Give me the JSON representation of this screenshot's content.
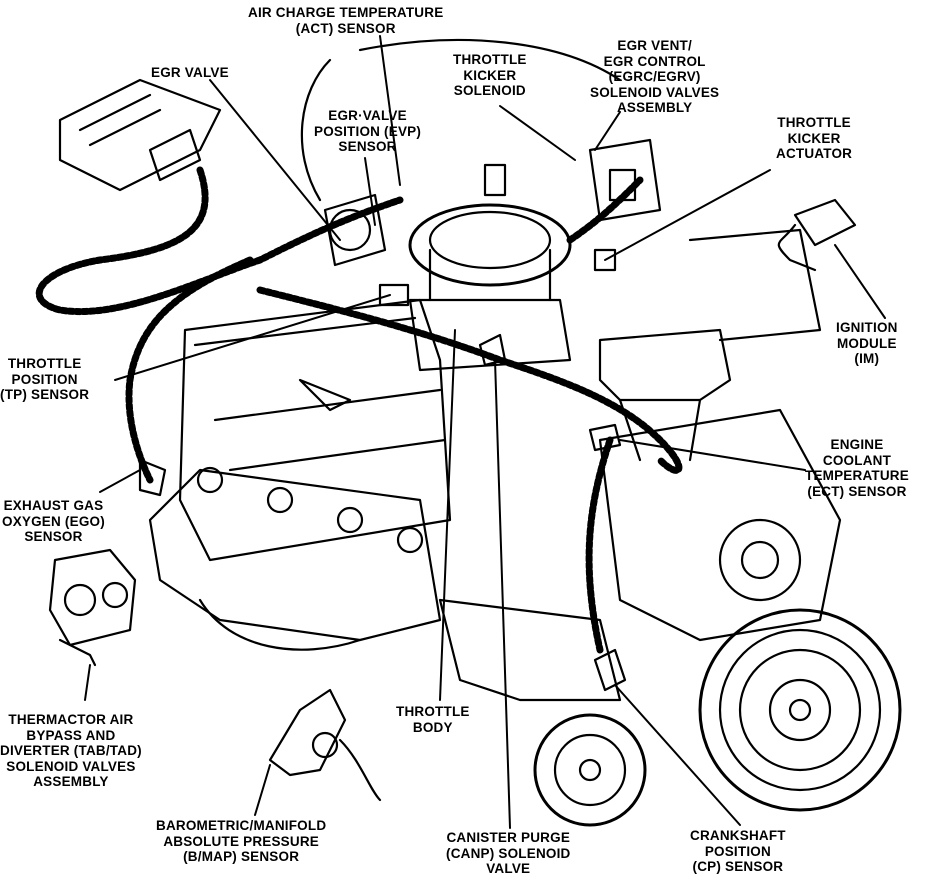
{
  "labels": {
    "act": [
      "AIR CHARGE TEMPERATURE",
      "(ACT) SENSOR"
    ],
    "egr_valve": [
      "EGR VALVE"
    ],
    "tks": [
      "THROTTLE",
      "KICKER",
      "SOLENOID"
    ],
    "egrc": [
      "EGR VENT/",
      "EGR CONTROL",
      "(EGRC/EGRV)",
      "SOLENOID VALVES",
      "ASSEMBLY"
    ],
    "evp": [
      "EGR·VALVE",
      "POSITION (EVP)",
      "SENSOR"
    ],
    "tka": [
      "THROTTLE",
      "KICKER",
      "ACTUATOR"
    ],
    "im": [
      "IGNITION",
      "MODULE",
      "(IM)"
    ],
    "tp": [
      "THROTTLE",
      "POSITION",
      "(TP) SENSOR"
    ],
    "ect": [
      "ENGINE",
      "COOLANT",
      "TEMPERATURE",
      "(ECT) SENSOR"
    ],
    "ego": [
      "EXHAUST GAS",
      "OXYGEN (EGO)",
      "SENSOR"
    ],
    "tab": [
      "THERMACTOR AIR",
      "BYPASS AND",
      "DIVERTER (TAB/TAD)",
      "SOLENOID VALVES",
      "ASSEMBLY"
    ],
    "tb": [
      "THROTTLE",
      "BODY"
    ],
    "map": [
      "BAROMETRIC/MANIFOLD",
      "ABSOLUTE PRESSURE",
      "(B/MAP) SENSOR"
    ],
    "canp": [
      "CANISTER PURGE",
      "(CANP) SOLENOID",
      "VALVE"
    ],
    "cp": [
      "CRANKSHAFT",
      "POSITION",
      "(CP) SENSOR"
    ]
  },
  "colors": {
    "ink": "#000000",
    "paper": "#ffffff"
  }
}
